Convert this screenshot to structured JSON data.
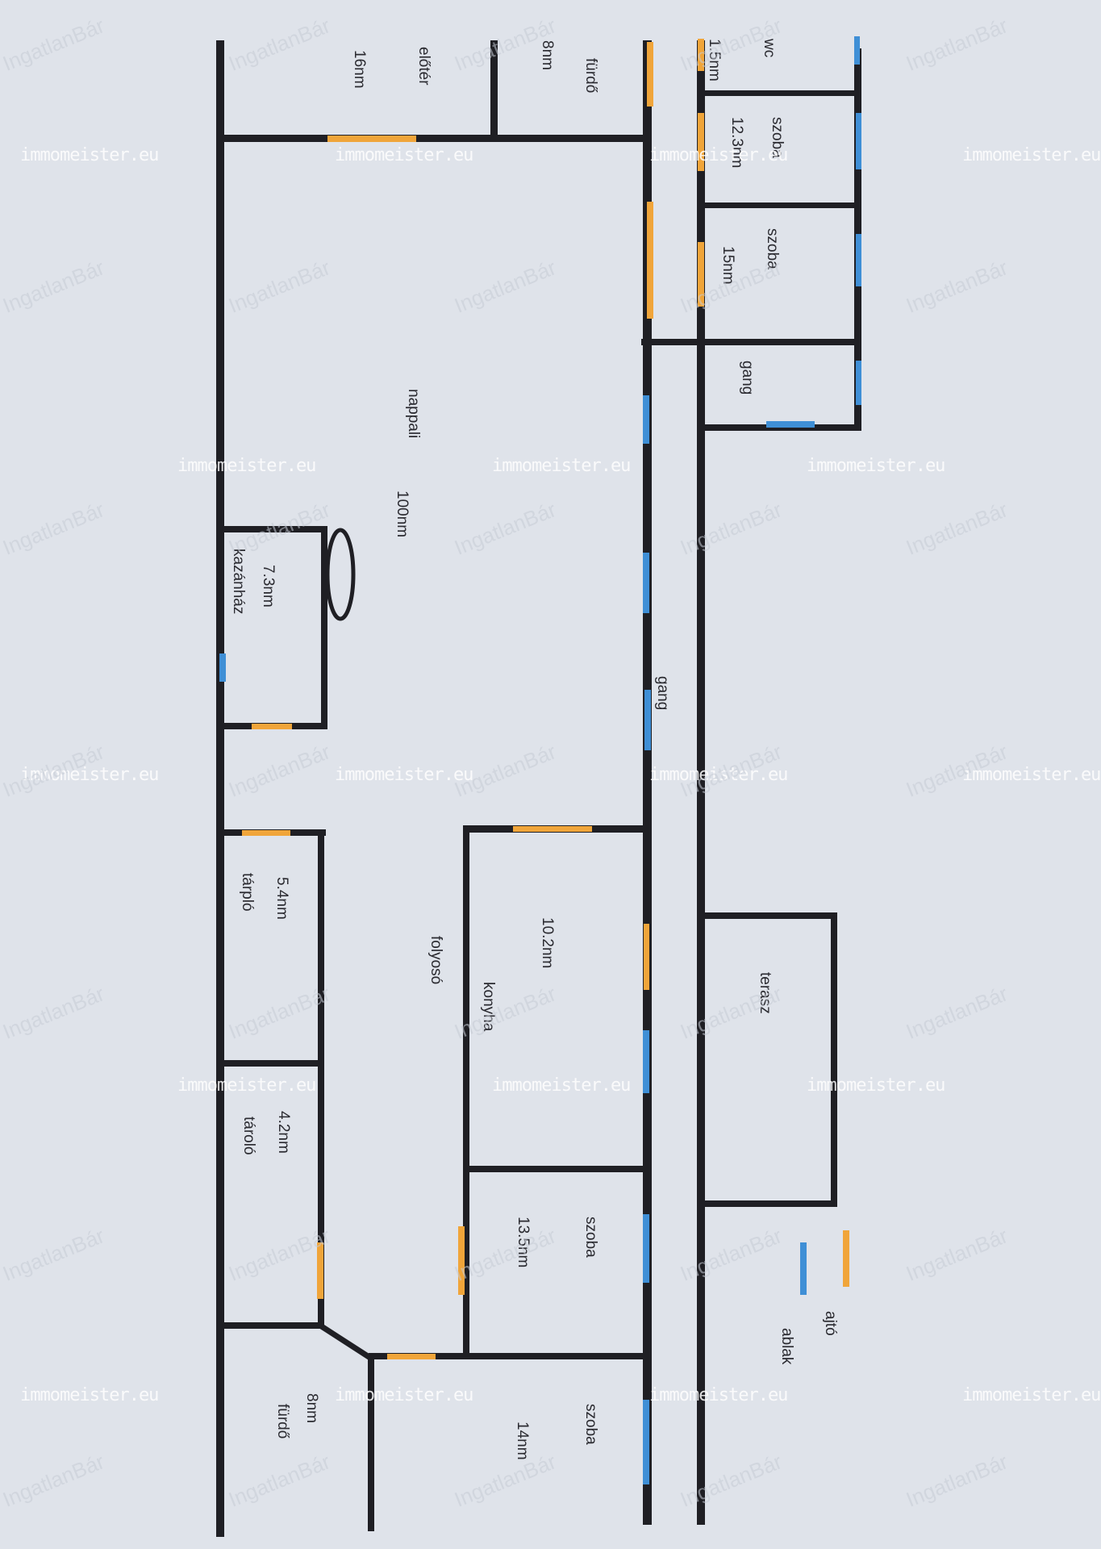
{
  "rooms": {
    "wc": "wc",
    "wc_area": "1.5nm",
    "furdo_top": "fürdő",
    "furdo_top_area": "8nm",
    "eloter": "előtér",
    "eloter_area": "16nm",
    "szoba1": "szoba",
    "szoba1_area": "12.3nm",
    "szoba2": "szoba",
    "szoba2_area": "15nm",
    "gang_small": "gang",
    "nappali": "nappali",
    "nappali_area": "100nm",
    "kazanhaz": "kazánház",
    "kazanhaz_area": "7.3nm",
    "gang_main": "gang",
    "tarplo": "tárpló",
    "tarplo_area": "5.4nm",
    "folyoso": "folyosó",
    "konyha": "konyha",
    "konyha_area": "10.2nm",
    "terasz": "terasz",
    "tarolo": "tároló",
    "tarolo_area": "4.2nm",
    "szoba3": "szoba",
    "szoba3_area": "13.5nm",
    "szoba4": "szoba",
    "szoba4_area": "14nm",
    "furdo_bottom": "fürdő",
    "furdo_bottom_area": "8nm"
  },
  "legend": {
    "door_label": "ajtó",
    "window_label": "ablak",
    "door_color": "#f0a53a",
    "window_color": "#3f8fd6"
  },
  "watermarks": {
    "site": "immomeister.eu",
    "brand": "IngatlanBár"
  },
  "colors": {
    "wall": "#1f1f24",
    "paper": "#dfe3ea"
  }
}
